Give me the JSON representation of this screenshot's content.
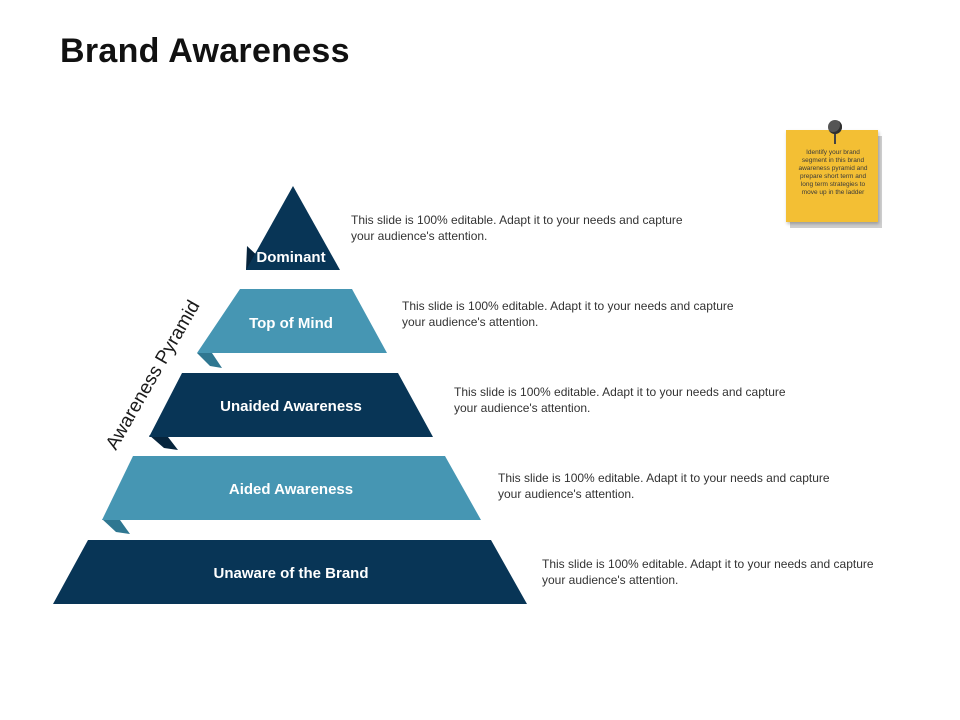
{
  "title": "Brand Awareness",
  "colors": {
    "dark": "#083556",
    "light": "#4696b3",
    "dark_fold": "#06243c",
    "light_fold": "#2f7791"
  },
  "side_label": "Awareness Pyramid",
  "levels": [
    {
      "label": "Dominant",
      "style": "dark",
      "description": "This slide is 100% editable. Adapt it to your needs and capture your audience's attention."
    },
    {
      "label": "Top of Mind",
      "style": "light",
      "description": "This slide is 100% editable. Adapt it to your needs and capture your audience's attention."
    },
    {
      "label": "Unaided Awareness",
      "style": "dark",
      "description": "This slide is 100% editable. Adapt it to your needs and capture your audience's attention."
    },
    {
      "label": "Aided Awareness",
      "style": "light",
      "description": "This slide is 100% editable. Adapt it to your needs and capture your audience's attention."
    },
    {
      "label": "Unaware of the Brand",
      "style": "dark",
      "description": "This slide is 100% editable. Adapt it to your needs and capture your audience's attention."
    }
  ],
  "sticky_note": {
    "text": "Identify your brand segment in this brand awareness pyramid and prepare short term and long term strategies to move up in the ladder",
    "icon": "pushpin-icon"
  }
}
